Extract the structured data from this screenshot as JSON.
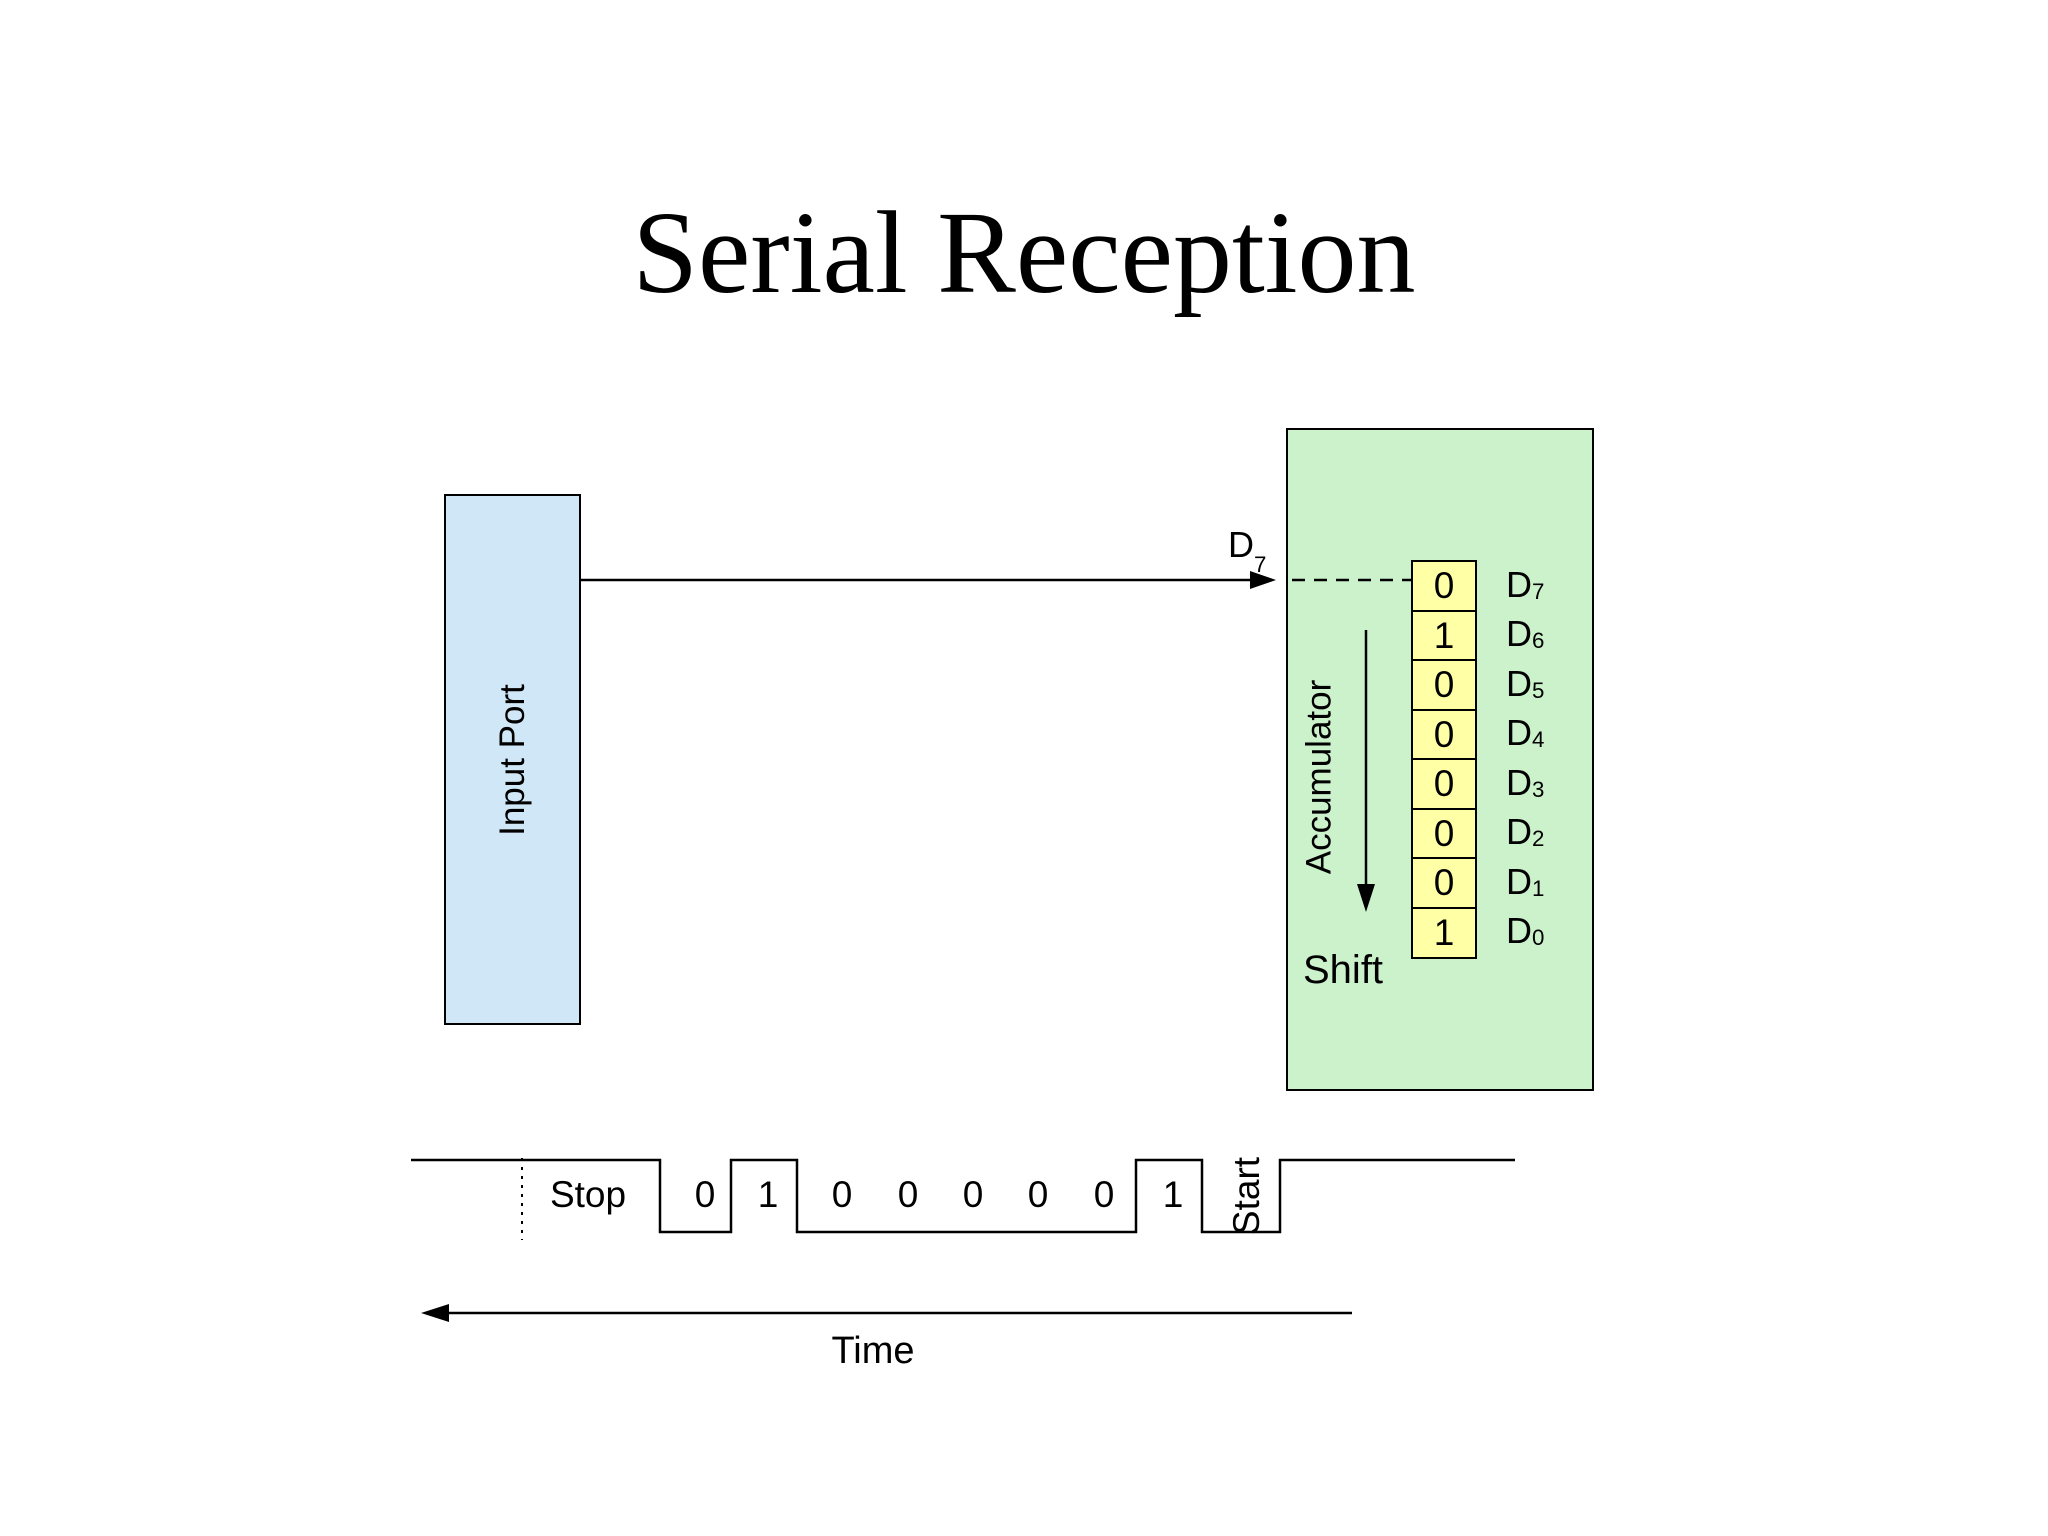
{
  "title": "Serial Reception",
  "input_port": {
    "label": "Input Port"
  },
  "serial_line": {
    "bit_base": "D",
    "bit_sub": "7"
  },
  "accumulator": {
    "label": "Accumulator",
    "shift_label": "Shift",
    "rows": [
      {
        "value": "0",
        "bit_base": "D",
        "bit_sub": "7"
      },
      {
        "value": "1",
        "bit_base": "D",
        "bit_sub": "6"
      },
      {
        "value": "0",
        "bit_base": "D",
        "bit_sub": "5"
      },
      {
        "value": "0",
        "bit_base": "D",
        "bit_sub": "4"
      },
      {
        "value": "0",
        "bit_base": "D",
        "bit_sub": "3"
      },
      {
        "value": "0",
        "bit_base": "D",
        "bit_sub": "2"
      },
      {
        "value": "0",
        "bit_base": "D",
        "bit_sub": "1"
      },
      {
        "value": "1",
        "bit_base": "D",
        "bit_sub": "0"
      }
    ]
  },
  "waveform": {
    "stop_label": "Stop",
    "start_label": "Start",
    "bits": [
      "0",
      "1",
      "0",
      "0",
      "0",
      "0",
      "0",
      "1"
    ],
    "time_label": "Time"
  },
  "colors": {
    "input_port_fill": "#cfe7f7",
    "accumulator_fill": "#ccf2cc",
    "cell_fill": "#ffffa6",
    "line": "#000000"
  }
}
